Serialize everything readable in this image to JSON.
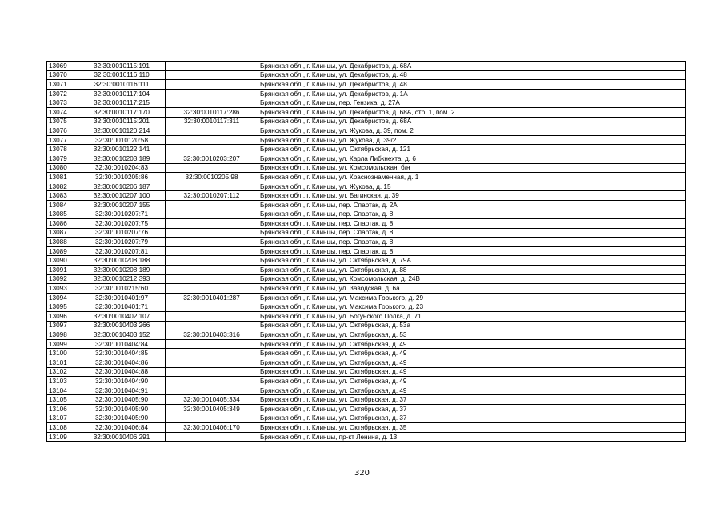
{
  "rows": [
    [
      "13069",
      "32:30:0010115:191",
      "",
      "Брянская обл., г. Клинцы, ул. Декабристов, д. 68А"
    ],
    [
      "13070",
      "32:30:0010116:110",
      "",
      "Брянская обл., г. Клинцы, ул. Декабристов, д. 48"
    ],
    [
      "13071",
      "32:30:0010116:111",
      "",
      "Брянская обл., г. Клинцы, ул. Декабристов, д. 48"
    ],
    [
      "13072",
      "32:30:0010117:104",
      "",
      "Брянская обл., г. Клинцы, ул. Декабристов, д. 1А"
    ],
    [
      "13073",
      "32:30:0010117:215",
      "",
      "Брянская обл., г. Клинцы, пер. Гензика, д. 27А"
    ],
    [
      "13074",
      "32:30:0010117:170",
      "32:30:0010117:286",
      "Брянская обл., г. Клинцы, ул. Декабристов, д. 68А, стр. 1, пом. 2"
    ],
    [
      "13075",
      "32:30:0010115:201",
      "32:30:0010117:311",
      "Брянская обл., г. Клинцы, ул. Декабристов, д. 68А"
    ],
    [
      "13076",
      "32:30:0010120:214",
      "",
      "Брянская обл., г. Клинцы, ул. Жукова, д. 39, пом. 2"
    ],
    [
      "13077",
      "32:30:0010120:58",
      "",
      "Брянская обл., г. Клинцы, ул. Жукова, д. 39/2"
    ],
    [
      "13078",
      "32:30:0010122:141",
      "",
      "Брянская обл., г. Клинцы, ул. Октябрьская, д. 121"
    ],
    [
      "13079",
      "32:30:0010203:189",
      "32:30:0010203:207",
      "Брянская обл., г. Клинцы, ул. Карла Либкнехта, д. 6"
    ],
    [
      "13080",
      "32:30:0010204:83",
      "",
      "Брянская обл., г. Клинцы, ул. Комсомольская, б/н"
    ],
    [
      "13081",
      "32:30:0010205:86",
      "32:30:0010205:98",
      "Брянская обл., г. Клинцы, ул. Краснознаменная, д. 1"
    ],
    [
      "13082",
      "32:30:0010206:187",
      "",
      "Брянская обл., г. Клинцы, ул. Жукова, д. 15"
    ],
    [
      "13083",
      "32:30:0010207:100",
      "32:30:0010207:112",
      "Брянская обл., г. Клинцы, ул. Багинская, д. 39"
    ],
    [
      "13084",
      "32:30:0010207:155",
      "",
      "Брянская обл., г. Клинцы, пер. Спартак, д. 2А"
    ],
    [
      "13085",
      "32:30:0010207:71",
      "",
      "Брянская обл., г. Клинцы, пер. Спартак, д. 8"
    ],
    [
      "13086",
      "32:30:0010207:75",
      "",
      "Брянская обл., г. Клинцы, пер. Спартак, д. 8"
    ],
    [
      "13087",
      "32:30:0010207:76",
      "",
      "Брянская обл., г. Клинцы, пер. Спартак, д. 8"
    ],
    [
      "13088",
      "32:30:0010207:79",
      "",
      "Брянская обл., г. Клинцы, пер. Спартак, д. 8"
    ],
    [
      "13089",
      "32:30:0010207:81",
      "",
      "Брянская обл., г. Клинцы, пер. Спартак, д. 8"
    ],
    [
      "13090",
      "32:30:0010208:188",
      "",
      "Брянская обл., г. Клинцы, ул. Октябрьская, д. 79А"
    ],
    [
      "13091",
      "32:30:0010208:189",
      "",
      "Брянская обл., г. Клинцы, ул. Октябрьская, д. 88"
    ],
    [
      "13092",
      "32:30:0010212:393",
      "",
      "Брянская обл., г. Клинцы, ул. Комсомольская, д. 24В"
    ],
    [
      "13093",
      "32:30:0010215:60",
      "",
      "Брянская обл., г. Клинцы, ул. Заводская, д. 6а"
    ],
    [
      "13094",
      "32:30:0010401:97",
      "32:30:0010401:287",
      "Брянская обл., г. Клинцы, ул. Максима Горького, д. 29"
    ],
    [
      "13095",
      "32:30:0010401:71",
      "",
      "Брянская обл., г. Клинцы, ул. Максима Горького, д. 23"
    ],
    [
      "13096",
      "32:30:0010402:107",
      "",
      "Брянская обл., г. Клинцы, ул. Богунского Полка, д. 71"
    ],
    [
      "13097",
      "32:30:0010403:266",
      "",
      "Брянская обл., г. Клинцы, ул. Октябрьская, д. 53а"
    ],
    [
      "13098",
      "32:30:0010403:152",
      "32:30:0010403:316",
      "Брянская обл., г. Клинцы, ул. Октябрьская, д. 53"
    ],
    [
      "13099",
      "32:30:0010404:84",
      "",
      "Брянская обл., г. Клинцы, ул. Октябрьская, д. 49"
    ],
    [
      "13100",
      "32:30:0010404:85",
      "",
      "Брянская обл., г. Клинцы, ул. Октябрьская, д. 49"
    ],
    [
      "13101",
      "32:30:0010404:86",
      "",
      "Брянская обл., г. Клинцы, ул. Октябрьская, д. 49"
    ],
    [
      "13102",
      "32:30:0010404:88",
      "",
      "Брянская обл., г. Клинцы, ул. Октябрьская, д. 49"
    ],
    [
      "13103",
      "32:30:0010404:90",
      "",
      "Брянская обл., г. Клинцы, ул. Октябрьская, д. 49"
    ],
    [
      "13104",
      "32:30:0010404:91",
      "",
      "Брянская обл., г. Клинцы, ул. Октябрьская, д. 49"
    ],
    [
      "13105",
      "32:30:0010405:90",
      "32:30:0010405:334",
      "Брянская обл., г. Клинцы, ул. Октябрьская, д. 37"
    ],
    [
      "13106",
      "32:30:0010405:90",
      "32:30:0010405:349",
      "Брянская обл., г. Клинцы, ул. Октябрьская, д. 37"
    ],
    [
      "13107",
      "32:30:0010405:90",
      "",
      "Брянская обл., г. Клинцы, ул. Октябрьская, д. 37"
    ],
    [
      "13108",
      "32:30:0010406:84",
      "32:30:0010406:170",
      "Брянская обл., г. Клинцы, ул. Октябрьская, д. 35"
    ],
    [
      "13109",
      "32:30:0010406:291",
      "",
      "Брянская обл., г. Клинцы, пр-кт Ленина, д. 13"
    ]
  ],
  "page_number": "320"
}
